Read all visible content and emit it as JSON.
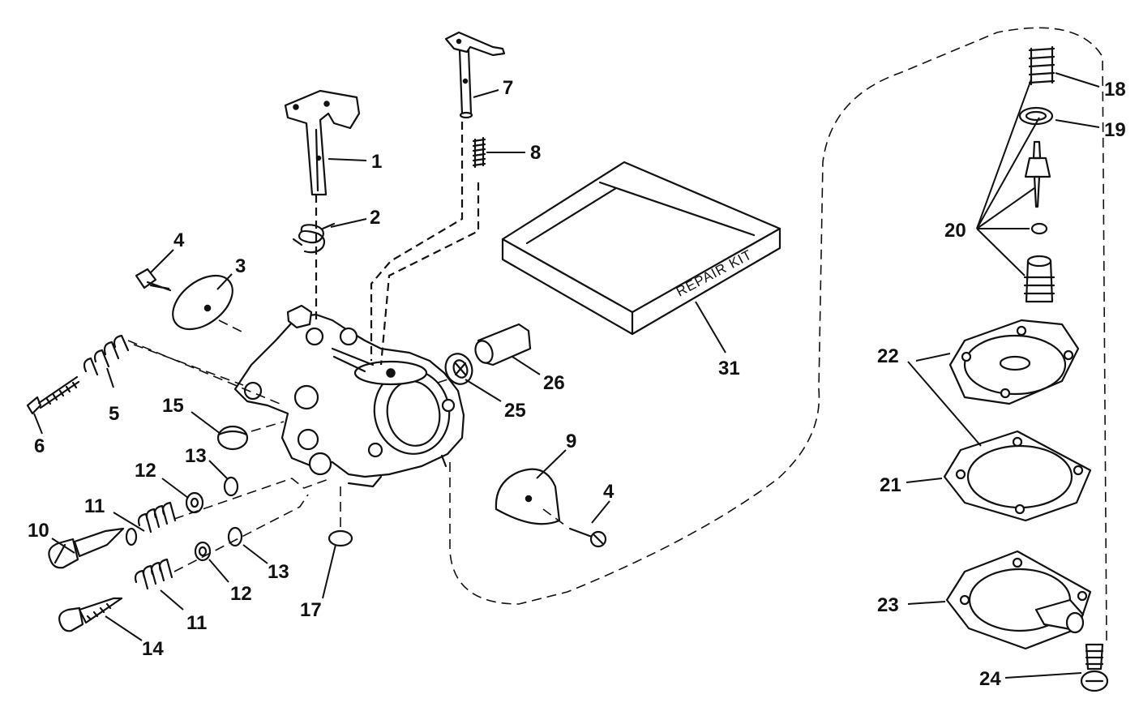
{
  "diagram": {
    "kit_label": "REPAIR KIT",
    "callouts": {
      "c1": "1",
      "c2": "2",
      "c3": "3",
      "c4a": "4",
      "c4b": "4",
      "c5": "5",
      "c6": "6",
      "c7": "7",
      "c8": "8",
      "c9": "9",
      "c10": "10",
      "c11a": "11",
      "c11b": "11",
      "c12a": "12",
      "c12b": "12",
      "c13a": "13",
      "c13b": "13",
      "c14": "14",
      "c15": "15",
      "c17": "17",
      "c18": "18",
      "c19": "19",
      "c20": "20",
      "c21": "21",
      "c22": "22",
      "c23": "23",
      "c24": "24",
      "c25": "25",
      "c26": "26",
      "c31": "31"
    }
  }
}
